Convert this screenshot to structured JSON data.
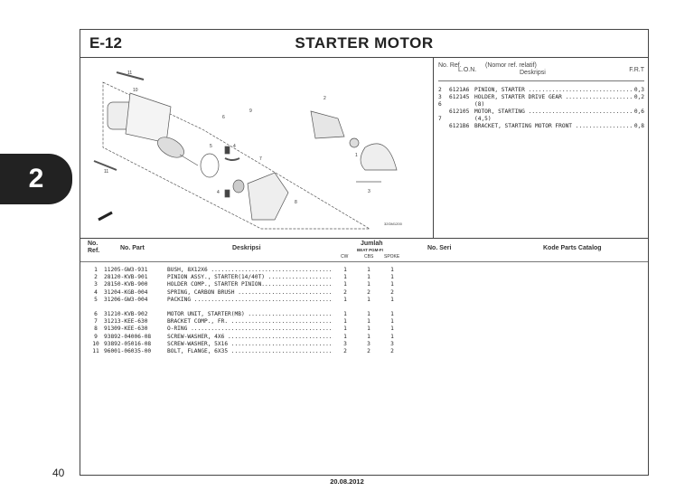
{
  "section_tab": "2",
  "header": {
    "code": "E-12",
    "title": "STARTER MOTOR"
  },
  "diagram": {
    "callouts": [
      "11",
      "10",
      "2",
      "6",
      "9",
      "5",
      "4",
      "1",
      "7",
      "3",
      "8",
      "4",
      "11"
    ],
    "figure_code": "32GM1200"
  },
  "labor_table": {
    "headers": {
      "ref": "No. Ref.",
      "lon": "L.O.N.",
      "note": "(Nomor ref. relatif)",
      "desc": "Deskripsi",
      "frt": "F.R.T"
    },
    "rows": [
      {
        "ref": "2",
        "lon": "6121A6",
        "desc": "PINION, STARTER ....................................",
        "frt": "0,3"
      },
      {
        "ref": "3",
        "lon": "612145",
        "desc": "HOLDER, STARTER DRIVE GEAR ..........................",
        "frt": "0,2"
      },
      {
        "ref": "6",
        "lon": "",
        "desc": "(8)",
        "frt": ""
      },
      {
        "ref": "",
        "lon": "612105",
        "desc": "MOTOR, STARTING ....................................",
        "frt": "0,6"
      },
      {
        "ref": "7",
        "lon": "",
        "desc": "(4,5)",
        "frt": ""
      },
      {
        "ref": "",
        "lon": "6121B6",
        "desc": "BRACKET, STARTING MOTOR FRONT .......................",
        "frt": "0,8"
      }
    ]
  },
  "parts_table": {
    "headers": {
      "ref": "No. Ref.",
      "part": "No. Part",
      "desc": "Deskripsi",
      "qty": "Jumlah",
      "model": "BEAT PGM-FI",
      "cw": "CW",
      "cbs": "CBS",
      "spoke": "SPOKE",
      "seri": "No. Seri",
      "catalog": "Kode Parts Catalog"
    },
    "group1": [
      {
        "ref": "1",
        "part": "11205-GW3-931",
        "desc": "BUSH, 8X12X6 ........................................",
        "cw": "1",
        "cbs": "1",
        "spoke": "1"
      },
      {
        "ref": "2",
        "part": "28120-KVB-901",
        "desc": "PINION ASSY., STARTER(14/40T) ........................",
        "cw": "1",
        "cbs": "1",
        "spoke": "1"
      },
      {
        "ref": "3",
        "part": "28150-KVB-900",
        "desc": "HOLDER COMP., STARTER PINION.........................",
        "cw": "1",
        "cbs": "1",
        "spoke": "1"
      },
      {
        "ref": "4",
        "part": "31204-KGB-004",
        "desc": "SPRING, CARBON BRUSH ................................",
        "cw": "2",
        "cbs": "2",
        "spoke": "2"
      },
      {
        "ref": "5",
        "part": "31206-GW3-004",
        "desc": "PACKING .............................................",
        "cw": "1",
        "cbs": "1",
        "spoke": "1"
      }
    ],
    "group2": [
      {
        "ref": "6",
        "part": "31210-KVB-902",
        "desc": "MOTOR UNIT, STARTER(MB) .............................",
        "cw": "1",
        "cbs": "1",
        "spoke": "1"
      },
      {
        "ref": "7",
        "part": "31213-KEE-630",
        "desc": "BRACKET COMP., FR. ..................................",
        "cw": "1",
        "cbs": "1",
        "spoke": "1"
      },
      {
        "ref": "8",
        "part": "91309-KEE-630",
        "desc": "O-RING ..............................................",
        "cw": "1",
        "cbs": "1",
        "spoke": "1"
      },
      {
        "ref": "9",
        "part": "93892-04006-08",
        "desc": "SCREW-WASHER, 4X6 ...................................",
        "cw": "1",
        "cbs": "1",
        "spoke": "1"
      },
      {
        "ref": "10",
        "part": "93892-05016-08",
        "desc": "SCREW-WASHER, 5X16 ..................................",
        "cw": "3",
        "cbs": "3",
        "spoke": "3"
      },
      {
        "ref": "11",
        "part": "96001-06035-00",
        "desc": "BOLT, FLANGE, 6X35 ..................................",
        "cw": "2",
        "cbs": "2",
        "spoke": "2"
      }
    ]
  },
  "page_number": "40",
  "date": "20.08.2012"
}
